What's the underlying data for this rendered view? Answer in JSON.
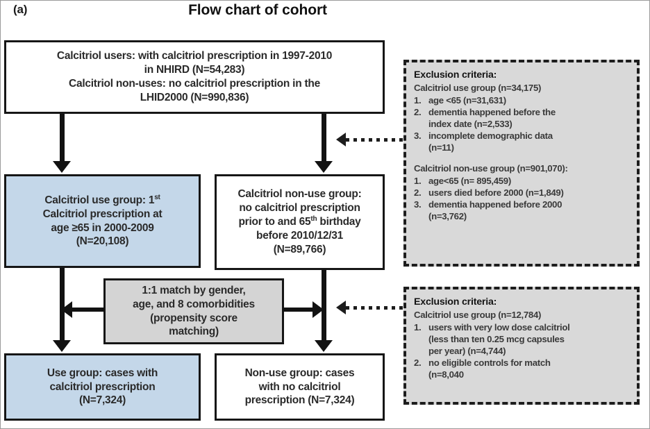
{
  "figure": {
    "panel_label": "(a)",
    "title": "Flow chart of cohort"
  },
  "colors": {
    "cohort_highlight": "#c4d7e9",
    "process_fill": "#d4d4d4",
    "exclusion_fill": "#d9d9d9",
    "stroke": "#161616"
  },
  "nodes": {
    "source": {
      "text": "Calcitriol users: with calcitriol prescription in 1997-2010\nin NHIRD (N=54,283)\nCalcitriol non-uses: no calcitriol prescription in the\nLHID2000 (N=990,836)"
    },
    "use_group": {
      "line1": "Calcitriol use group: 1",
      "sup1": "st",
      "line_rest": "\nCalcitriol prescription at\nage ≥65 in 2000-2009\n(N=20,108)"
    },
    "nonuse_group": {
      "line1": "Calcitriol non-use group:\nno calcitriol prescription\nprior to and 65",
      "sup1": "th",
      "line_rest": " birthday\nbefore 2010/12/31\n(N=89,766)"
    },
    "matching": {
      "text": "1:1 match by gender,\nage, and 8 comorbidities\n(propensity score\nmatching)"
    },
    "final_use": {
      "text": "Use group: cases with\ncalcitriol prescription\n(N=7,324)"
    },
    "final_nonuse": {
      "text": "Non-use group: cases\nwith no calcitriol\nprescription (N=7,324)"
    }
  },
  "exclusions": [
    {
      "title": "Exclusion criteria:",
      "group_a_header": "Calcitriol use group (n=34,175)",
      "group_a_items": [
        {
          "num": "1.",
          "text": "age <65 (n=31,631)"
        },
        {
          "num": "2.",
          "text": "dementia happened before the\nindex date  (n=2,533)"
        },
        {
          "num": "3.",
          "text": "incomplete demographic data\n(n=11)"
        }
      ],
      "group_b_header": "Calcitriol non-use group (n=901,070):",
      "group_b_items": [
        {
          "num": "1.",
          "text": "age<65 (n= 895,459)"
        },
        {
          "num": "2.",
          "text": "users died before 2000 (n=1,849)"
        },
        {
          "num": "3.",
          "text": "dementia happened  before 2000\n(n=3,762)"
        }
      ]
    },
    {
      "title": "Exclusion criteria:",
      "group_a_header": "Calcitriol use group (n=12,784)",
      "group_a_items": [
        {
          "num": "1.",
          "text": "users with very low dose calcitriol\n(less than ten 0.25 mcg capsules\nper year) (n=4,744)"
        },
        {
          "num": "2.",
          "text": "no eligible controls for match\n(n=8,040"
        }
      ]
    }
  ]
}
